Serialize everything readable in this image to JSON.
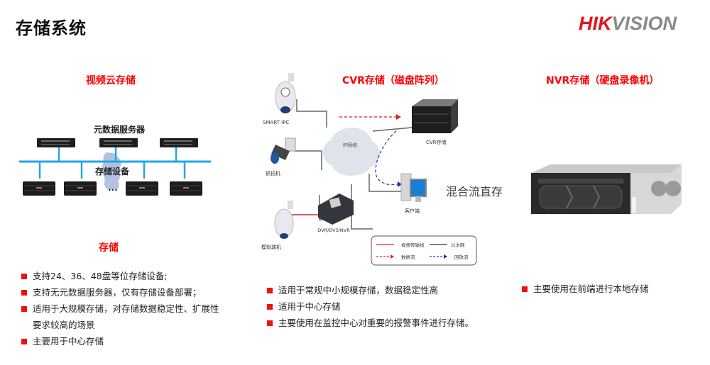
{
  "page": {
    "title": "存储系统",
    "logo": {
      "part1": "HIK",
      "part2": "VISION",
      "brand_red": "#e3141d",
      "brand_gray": "#8a8a8a"
    }
  },
  "accent_color": "#ff0000",
  "sections": {
    "cloud": {
      "title": "视频云存储",
      "diagram": {
        "metadata_server_label": "元数据服务器",
        "storage_device_label": "存储设备",
        "ellipsis": "···"
      },
      "subtitle": "存储",
      "bullets": [
        "支持24、36、48盘等位存储设备;",
        "支持无元数据服务器，仅有存储设备部署；",
        "适用于大规模存储，对存储数据稳定性、扩展性",
        "要求较高的场景",
        "主要用于中心存储"
      ]
    },
    "cvr": {
      "title": "CVR存储（磁盘阵列）",
      "diagram": {
        "smart_ipc_label": "SMART IPC",
        "capture_camera_label": "抓拍机",
        "analog_dome_label": "模拟球机",
        "network_label": "IP网络",
        "cvr_label": "CVR存储",
        "dvr_label": "DVR/DVS/NVR",
        "client_label": "客户端",
        "mixed_stream_label": "混合流直存",
        "legend": {
          "video_line": "视频传输线",
          "ethernet": "以太网",
          "data_flow": "数据流",
          "playback_flow": "回放流"
        }
      },
      "bullets": [
        "适用于常规中小规模存储，数据稳定性高",
        "适用于中心存储",
        "主要使用在监控中心对重要的报警事件进行存储。"
      ]
    },
    "nvr": {
      "title": "NVR存储（硬盘录像机）",
      "bullets": [
        "主要使用在前端进行本地存储"
      ]
    }
  }
}
